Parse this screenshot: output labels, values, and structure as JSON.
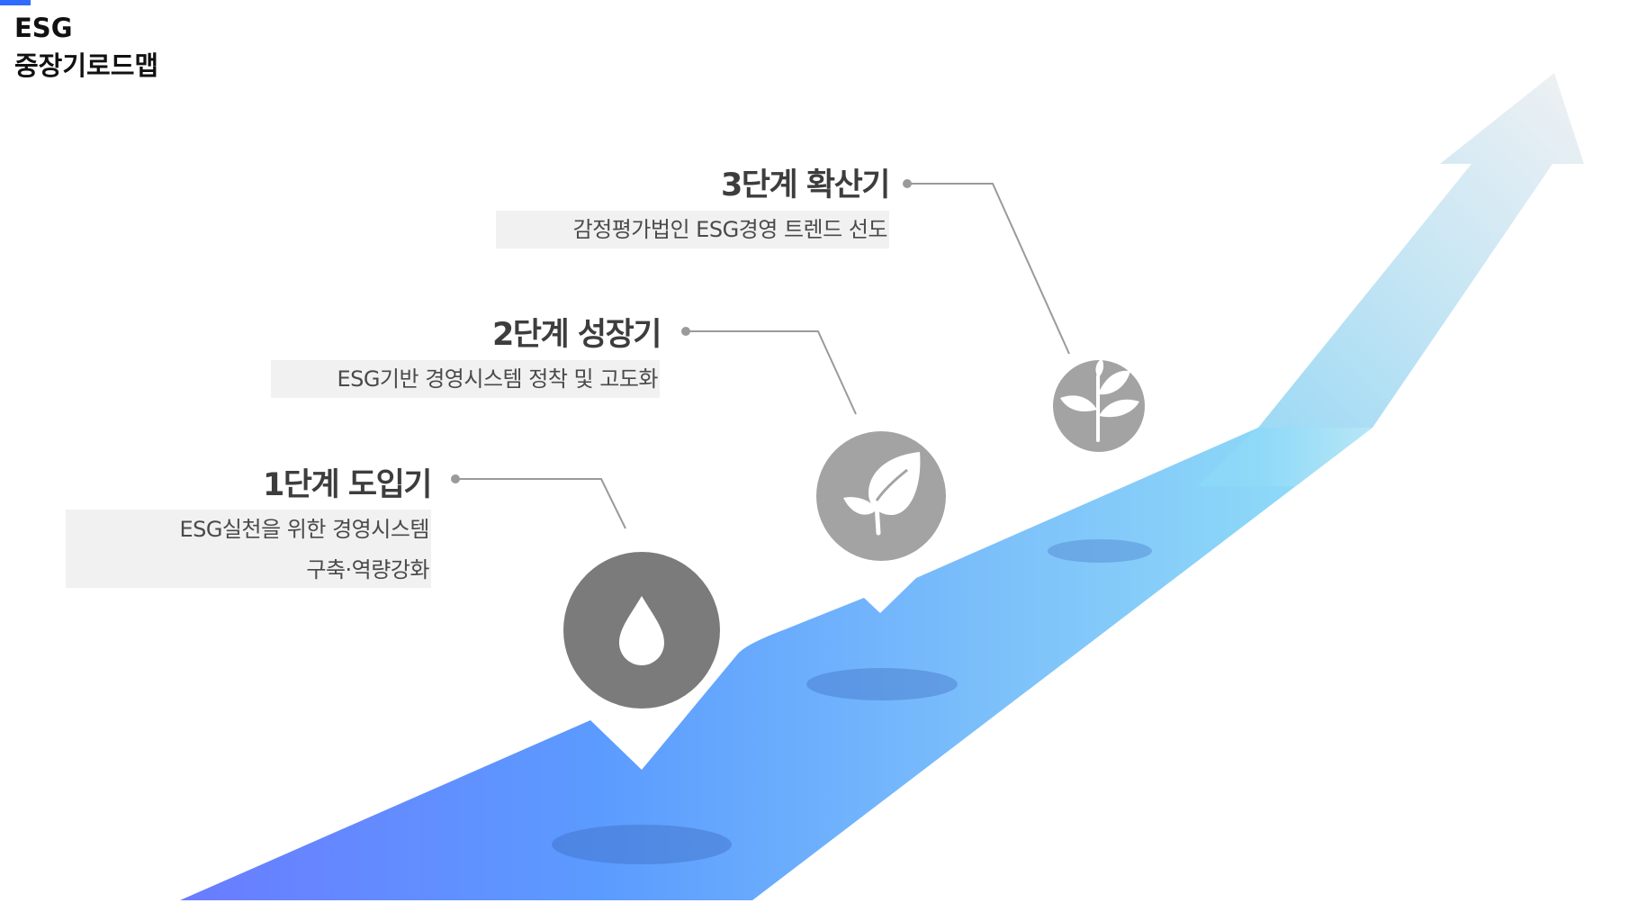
{
  "header": {
    "title_line1": "ESG",
    "title_line2": "중장기로드맵"
  },
  "colors": {
    "accent": "#2f6bff",
    "road_start": "#6a7dff",
    "road_mid": "#5a9cff",
    "road_end": "#8fdcf8",
    "icon_gray": "#7b7b7b",
    "icon_light_gray": "#a4a4a4",
    "desc_bg": "#f1f1f1"
  },
  "stages": [
    {
      "title": "1단계 도입기",
      "desc_line1": "ESG실천을 위한 경영시스템",
      "desc_line2": "구축·역량강화",
      "icon": "water-drop-icon"
    },
    {
      "title": "2단계 성장기",
      "desc_line1": "ESG기반 경영시스템 정착 및 고도화",
      "icon": "sprout-leaf-icon"
    },
    {
      "title": "3단계 확산기",
      "desc_line1": "감정평가법인 ESG경영 트렌드 선도",
      "icon": "growing-plant-icon"
    }
  ]
}
